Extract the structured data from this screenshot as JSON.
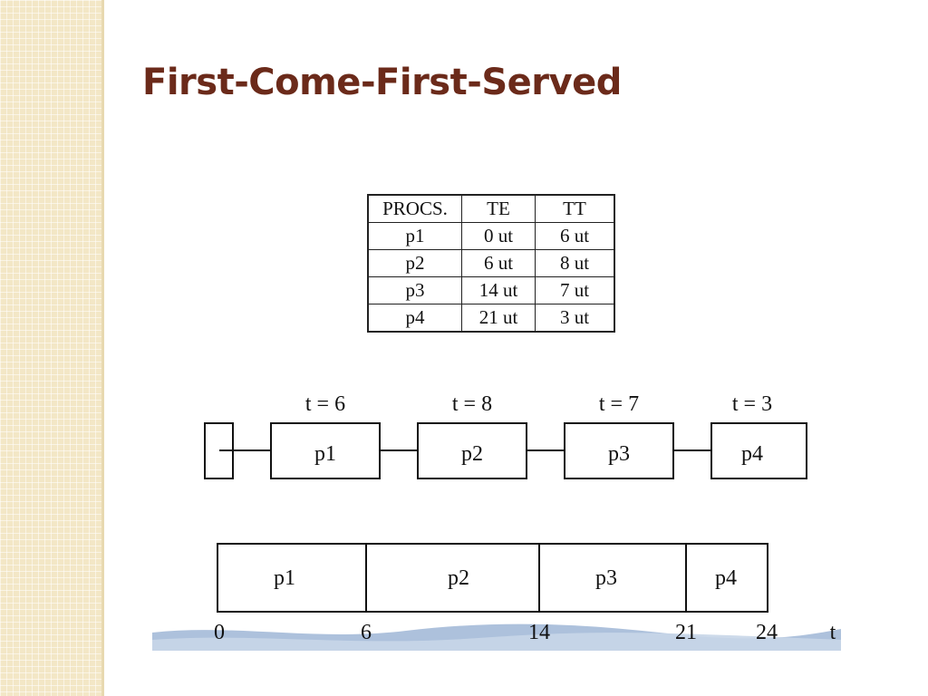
{
  "slide": {
    "title": "First-Come-First-Served"
  },
  "table": {
    "headers": [
      "PROCS.",
      "TE",
      "TT"
    ],
    "rows": [
      [
        "p1",
        "0 ut",
        "6 ut"
      ],
      [
        "p2",
        "6 ut",
        "8 ut"
      ],
      [
        "p3",
        "14 ut",
        "7 ut"
      ],
      [
        "p4",
        "21 ut",
        "3 ut"
      ]
    ]
  },
  "queue": {
    "items": [
      {
        "label": "p1",
        "time_label": "t = 6"
      },
      {
        "label": "p2",
        "time_label": "t = 8"
      },
      {
        "label": "p3",
        "time_label": "t = 7"
      },
      {
        "label": "p4",
        "time_label": "t = 3"
      }
    ]
  },
  "gantt": {
    "segments": [
      {
        "label": "p1",
        "start": 0,
        "end": 6
      },
      {
        "label": "p2",
        "start": 6,
        "end": 14
      },
      {
        "label": "p3",
        "start": 14,
        "end": 21
      },
      {
        "label": "p4",
        "start": 21,
        "end": 24
      }
    ],
    "ticks": [
      "0",
      "6",
      "14",
      "21",
      "24"
    ],
    "axis_label": "t"
  },
  "colors": {
    "title": "#6b2a1a",
    "sidebar": "#f3e7c6",
    "wave": "#9fb6d6"
  }
}
